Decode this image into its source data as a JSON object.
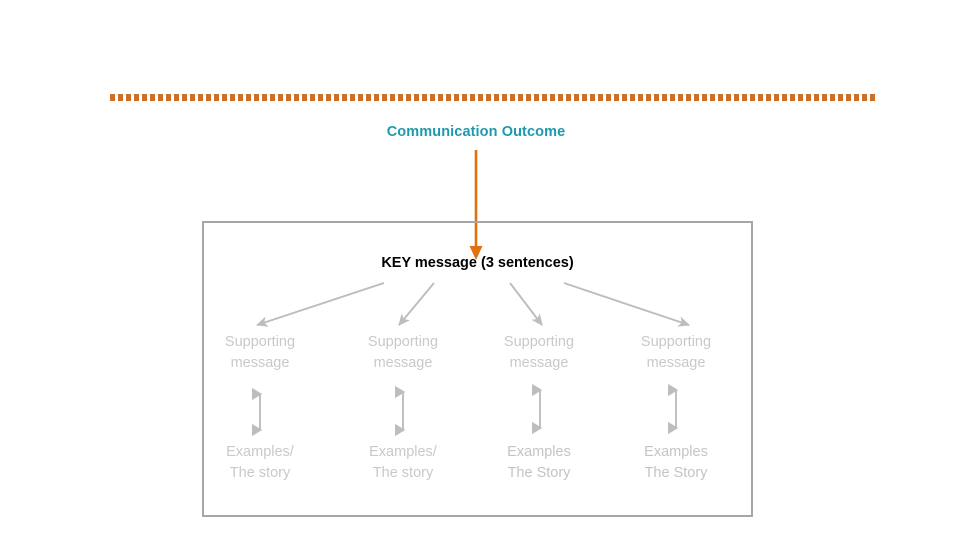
{
  "slide": {
    "background_color": "#ffffff",
    "accent_color": "#cc6f28",
    "title_color": "#1c9aab",
    "frame_border_color": "#a6a6a6",
    "arrow_gray": "#bdbdbd",
    "muted_text_color": "#c9c9c9"
  },
  "divider": {
    "style": "dotted",
    "color": "#cc6f28"
  },
  "title": {
    "text": "Communication Outcome"
  },
  "connector": {
    "label": "orange-down-arrow",
    "color": "#e2700f"
  },
  "diagram": {
    "key_message": "KEY message (3 sentences)",
    "columns": [
      {
        "support": "Supporting\nmessage",
        "support_line1": "Supporting",
        "support_line2": "message",
        "example_line1": "Examples/",
        "example_line2": "The story"
      },
      {
        "support": "Supporting\nmessage",
        "support_line1": "Supporting",
        "support_line2": "message",
        "example_line1": "Examples/",
        "example_line2": "The story"
      },
      {
        "support": "Supporting\nmessage",
        "support_line1": "Supporting",
        "support_line2": "message",
        "example_line1": "Examples",
        "example_line2": "The Story"
      },
      {
        "support": "Supporting\nmessage",
        "support_line1": "Supporting",
        "support_line2": "message",
        "example_line1": "Examples",
        "example_line2": "The Story"
      }
    ]
  }
}
